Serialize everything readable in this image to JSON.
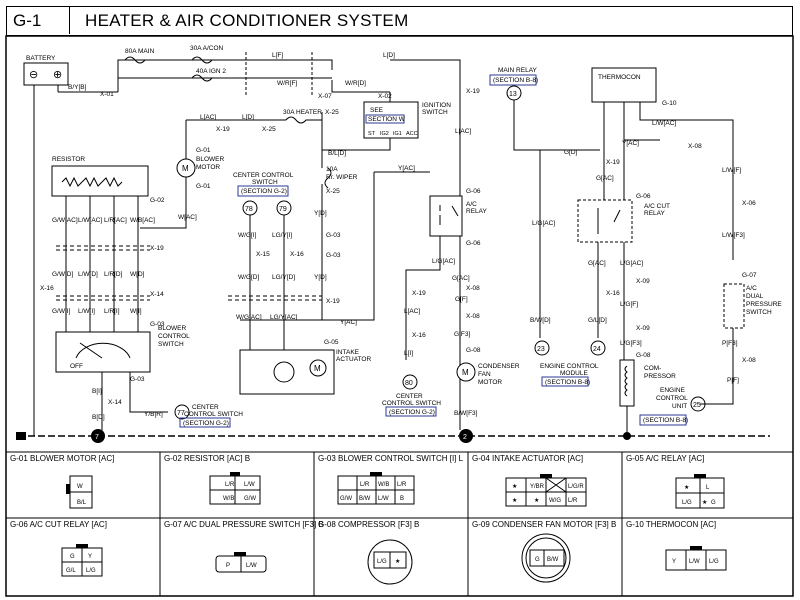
{
  "header": {
    "section": "G-1",
    "title": "HEATER & AIR CONDITIONER SYSTEM"
  },
  "diagram": {
    "components": {
      "battery": "BATTERY",
      "battery_neg": "⊖",
      "battery_pos": "⊕",
      "fuse_main": "80A MAIN",
      "fuse_acon": "30A A/CON",
      "fuse_ign2": "40A IGN 2",
      "fuse_heater": "30A HEATER",
      "fuse_wiper_amp": "10A",
      "fuse_wiper_name": "Rr. WIPER",
      "ign_see": "SEE",
      "ign_section": "SECTION W",
      "ign_name1": "IGNITION",
      "ign_name2": "SWITCH",
      "ign_terms": [
        "ST",
        "IG2",
        "IG1",
        "ACC"
      ],
      "main_relay": "MAIN RELAY",
      "main_relay_ref": "(SECTION B-8)",
      "thermocon": "THERMOCON",
      "resistor": "RESISTOR",
      "blower_motor1": "BLOWER",
      "blower_motor2": "MOTOR",
      "ccs_title1": "CENTER CONTROL",
      "ccs_title2": "SWITCH",
      "ccs_ref": "(SECTION G-2)",
      "ac_relay1": "A/C",
      "ac_relay2": "RELAY",
      "ac_cut_relay1": "A/C CUT",
      "ac_cut_relay2": "RELAY",
      "dual_pressure": [
        "A/C",
        "DUAL",
        "PRESSURE",
        "SWITCH"
      ],
      "blower_control": [
        "BLOWER",
        "CONTROL",
        "SWITCH"
      ],
      "off": "OFF",
      "intake_act1": "INTAKE",
      "intake_act2": "ACTUATOR",
      "condenser_fan": [
        "CONDENSER",
        "FAN",
        "MOTOR"
      ],
      "ecm": [
        "ENGINE CONTROL",
        "MODULE"
      ],
      "ecm_ref": "(SECTION B-8)",
      "compressor1": "COM-",
      "compressor2": "PRESSOR",
      "ecu1": "ENGINE",
      "ecu2": "CONTROL",
      "ecu3": "UNIT",
      "ecu_ref": "(SECTION B-8)",
      "ccs2": [
        "CENTER",
        "CONTROL SWITCH"
      ],
      "ccs2_ref": "(SECTION G-2)",
      "ccs3": [
        "CENTER",
        "CONTROL SWITCH"
      ],
      "ccs3_ref": "(SECTION G-2)",
      "m": "M"
    },
    "circles": [
      "78",
      "79",
      "77",
      "80",
      "23",
      "24",
      "25",
      "7",
      "2",
      "13"
    ],
    "wire_labels": {
      "bat_wire": "B/Y[B]",
      "lf": "L[F]",
      "ld": "L[D]",
      "wrf": "W/R[F]",
      "wrd": "W/R[D]",
      "lac1": "L[AC]",
      "ld2": "L[D]",
      "bld": "B/L[D]",
      "lac2": "L[AC]",
      "gd": "G[D]",
      "yac1": "Y[AC]",
      "gac": "G[AC]",
      "lwac": "L/W[AC]",
      "lwf": "L/W[F]",
      "lwf3": "L/W[F3]",
      "yd1": "Y[D]",
      "yd2": "Y[D]",
      "yac2": "Y[AC]",
      "lgac": "L/G[AC]",
      "gwac": "G/W[AC]",
      "lwac2": "L/W[AC]",
      "lrac": "L/R[AC]",
      "wbac": "W/B[AC]",
      "wac": "W[AC]",
      "gwd": "G/W[D]",
      "lwd": "L/W[D]",
      "lrd": "L/R[D]",
      "wd": "W[D]",
      "gwi": "G/W[I]",
      "lwi": "L/W[I]",
      "lri": "L/R[I]",
      "wi": "W[I]",
      "wgi": "W/G[I]",
      "lgyi": "LG/Y[I]",
      "wgd": "W/G[D]",
      "lgyd": "LG/Y[D]",
      "wgac": "W/G[AC]",
      "lgyac": "LG/Y[AC]",
      "lgac2": "L/G[AC]",
      "lac3": "L[AC]",
      "ld3": "L[D]",
      "li": "L[I]",
      "gf": "G[F]",
      "gf3": "G[F3]",
      "bwf3": "B/W[F3]",
      "bwd": "B/W[D]",
      "gld": "G/L[D]",
      "lgd": "L/G[D]",
      "gac2": "G[AC]",
      "lgf": "L/G[F]",
      "lgf3": "L/G[F3]",
      "pf3": "P[F3]",
      "pf": "P[F]",
      "ybr": "Y/B[R]",
      "bi": "B[I]",
      "bd": "B[D]",
      "yac3": "Y[AC]",
      "lgac3": "L/G[AC]",
      "lwd2": "L[D]"
    },
    "connector_labels": [
      "X-01",
      "X-07",
      "X-02",
      "X-19",
      "X-25",
      "X-16",
      "X-14",
      "X-15",
      "X-09",
      "X-06",
      "X-08",
      "G-01",
      "G-02",
      "G-03",
      "G-04",
      "G-05",
      "G-06",
      "G-07",
      "G-08",
      "G-09",
      "G-10"
    ]
  },
  "connectors": {
    "row1": [
      {
        "id": "g01",
        "title": "G-01 BLOWER MOTOR [AC]",
        "pins": [
          "W",
          "B/L"
        ]
      },
      {
        "id": "g02",
        "title": "G-02 RESISTOR [AC] B",
        "pins": [
          "L/R",
          "L/W",
          "W/B",
          "G/W"
        ]
      },
      {
        "id": "g03",
        "title": "G-03 BLOWER CONTROL SWITCH [I] L",
        "pins": [
          "L/R",
          "W/B",
          "L/R",
          "G/W",
          "B/W",
          "L/W",
          "B"
        ]
      },
      {
        "id": "g04",
        "title": "G-04 INTAKE ACTUATOR [AC]",
        "pins": [
          "★",
          "Y/BR",
          "L/G/R",
          "★",
          "★",
          "W/G",
          "L/R"
        ]
      },
      {
        "id": "g05",
        "title": "G-05 A/C RELAY [AC]",
        "pins": [
          "★",
          "L",
          "L/G",
          "★",
          "G"
        ]
      }
    ],
    "row2": [
      {
        "id": "g06",
        "title": "G-06 A/C CUT RELAY [AC]",
        "pins": [
          "G",
          "Y",
          "G/L",
          "L/G"
        ]
      },
      {
        "id": "g07",
        "title": "G-07 A/C DUAL PRESSURE SWITCH [F3] B",
        "pins": [
          "P",
          "L/W"
        ]
      },
      {
        "id": "g08",
        "title": "G-08 COMPRESSOR [F3] B",
        "pins": [
          "L/G",
          "★"
        ]
      },
      {
        "id": "g09",
        "title": "G-09 CONDENSER FAN MOTOR [F3] B",
        "pins": [
          "G",
          "B/W"
        ]
      },
      {
        "id": "g10",
        "title": "G-10 THERMOCON [AC]",
        "pins": [
          "Y",
          "L/W",
          "L/G"
        ]
      }
    ]
  }
}
